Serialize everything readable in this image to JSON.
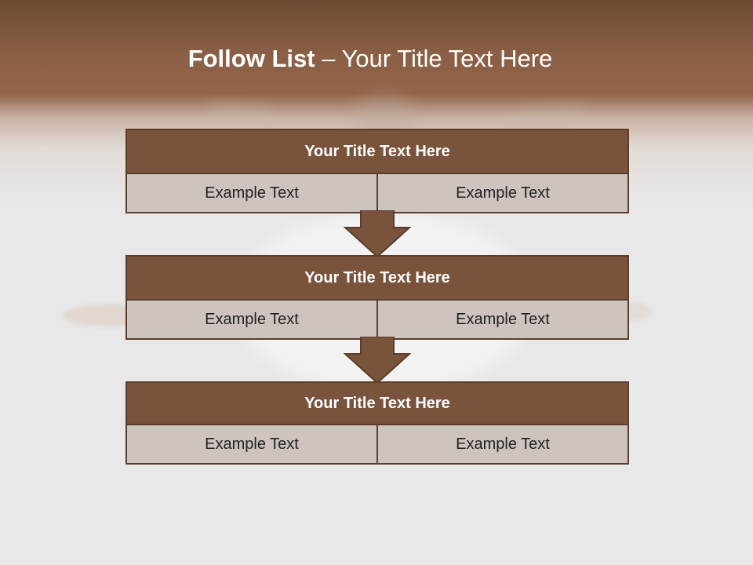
{
  "slide": {
    "title_bold": "Follow List",
    "title_rest": "– Your Title Text Here",
    "blocks": [
      {
        "title": "Your Title Text Here",
        "left": "Example Text",
        "right": "Example Text"
      },
      {
        "title": "Your Title Text Here",
        "left": "Example Text",
        "right": "Example Text"
      },
      {
        "title": "Your Title Text Here",
        "left": "Example Text",
        "right": "Example Text"
      }
    ]
  },
  "colors": {
    "header_band": "#8a5f45",
    "block_title_bg": "#7a533c",
    "block_border": "#5c3c2a",
    "cell_bg": "#cdc4bf",
    "arrow_fill": "#7a533c"
  },
  "icons": [
    "down-arrow-icon"
  ]
}
